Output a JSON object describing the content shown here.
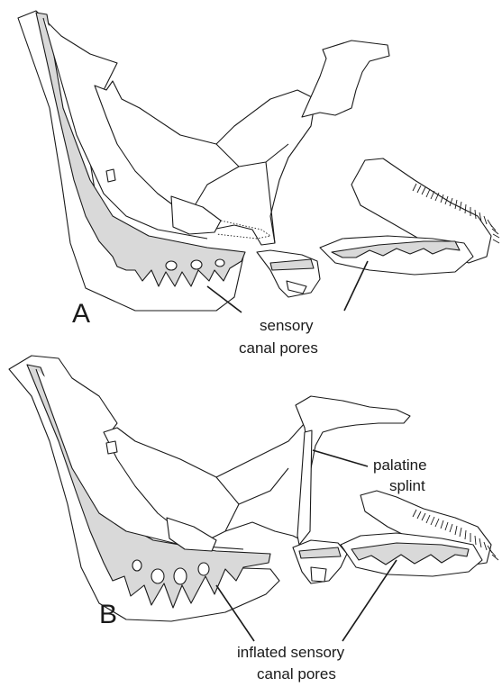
{
  "panels": {
    "a": {
      "letter": "A",
      "label_line1": "sensory",
      "label_line2": "canal pores"
    },
    "b": {
      "letter": "B",
      "label_line1": "inflated sensory",
      "label_line2": "canal pores",
      "palatine_line1": "palatine",
      "palatine_line2": "splint"
    }
  },
  "colors": {
    "canal_fill": "#d9d9d9",
    "outline": "#1a1a1a",
    "background": "#ffffff"
  }
}
